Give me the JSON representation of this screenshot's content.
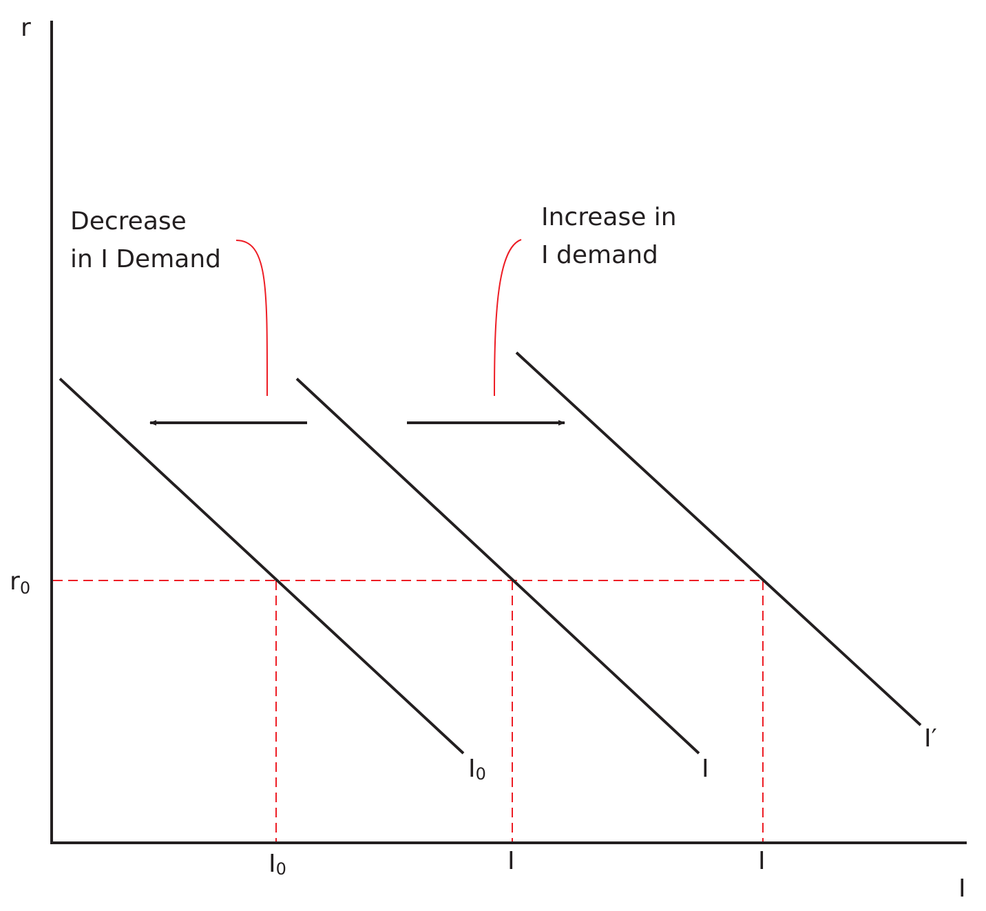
{
  "axes": {
    "y_label": "r",
    "x_label": "I"
  },
  "reference_level": {
    "label_main": "r",
    "label_sub": "0"
  },
  "curves": [
    {
      "id": "curve-i0",
      "label_main": "I",
      "label_sub": "0"
    },
    {
      "id": "curve-i",
      "label_main": "I",
      "label_sub": ""
    },
    {
      "id": "curve-i-prime",
      "label_main": "I′",
      "label_sub": ""
    }
  ],
  "x_ticks": [
    {
      "label_main": "I",
      "label_sub": "0"
    },
    {
      "label_main": "I",
      "label_sub": ""
    },
    {
      "label_main": "I",
      "label_sub": ""
    }
  ],
  "annotations": {
    "decrease_line1": "Decrease",
    "decrease_line2": "in I Demand",
    "increase_line1": "Increase in",
    "increase_line2": "I demand"
  },
  "colors": {
    "ink": "#231f20",
    "guide": "#ed1c24"
  }
}
